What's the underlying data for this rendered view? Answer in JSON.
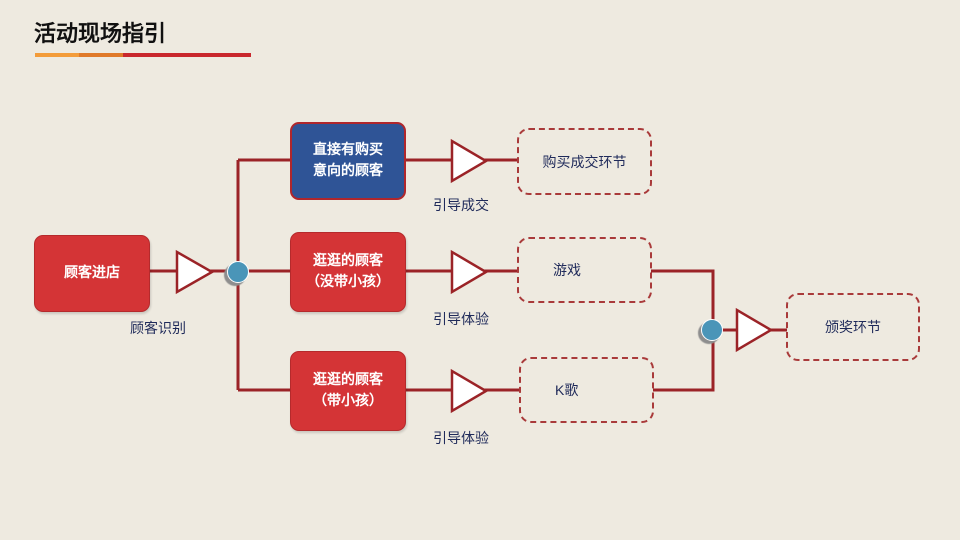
{
  "title": "活动现场指引",
  "title_bar_colors": [
    "#F39C3A",
    "#E07A2A",
    "#C9282D"
  ],
  "nodes": {
    "enter": "顾客进店",
    "direct_buyer": [
      "直接有购买",
      "意向的顾客"
    ],
    "browse_no_kid": [
      "逛逛的顾客",
      "（没带小孩）"
    ],
    "browse_kid": [
      "逛逛的顾客",
      "（带小孩）"
    ],
    "purchase": "购买成交环节",
    "game": "游戏",
    "karaoke": "K歌",
    "award": "颁奖环节"
  },
  "labels": {
    "identify": "顾客识别",
    "guide_deal": "引导成交",
    "guide_experience_1": "引导体验",
    "guide_experience_2": "引导体验"
  },
  "colors": {
    "line": "#9B2327",
    "red_box": "#D43436",
    "blue_box": "#2F5496",
    "node": "#4A95B8",
    "text_dark": "#1F2A5A"
  }
}
